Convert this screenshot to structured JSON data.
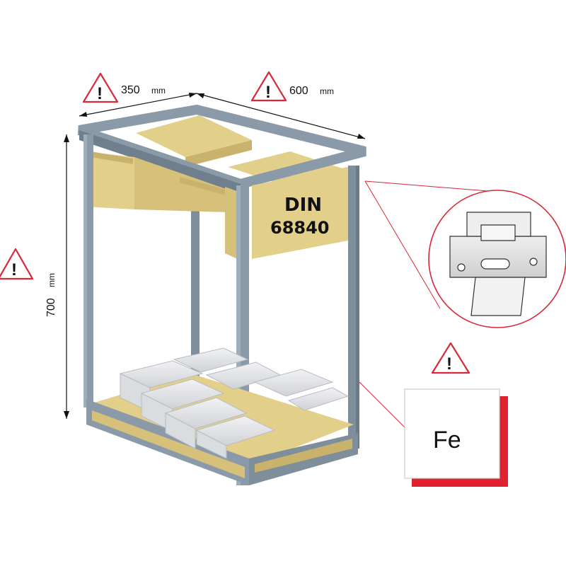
{
  "dimensions": {
    "width": {
      "value": "350",
      "unit": "mm"
    },
    "depth": {
      "value": "600",
      "unit": "mm"
    },
    "height": {
      "value": "700",
      "unit": "mm"
    }
  },
  "sign": {
    "line1": "DIN",
    "line2": "68840"
  },
  "material": {
    "symbol": "Fe"
  },
  "warning": {
    "glyph": "!"
  },
  "colors": {
    "frame": "#8a9aa8",
    "frame_dark": "#6b7a88",
    "wood": "#e2cf8a",
    "wood_dark": "#c9b36c",
    "warning_border": "#d8283a",
    "material_shadow": "#e3202e",
    "callout_line": "#d8283a"
  }
}
